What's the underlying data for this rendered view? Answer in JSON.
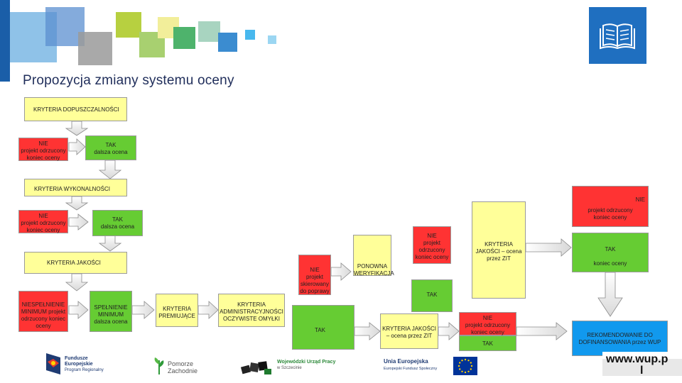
{
  "slide": {
    "title": "Propozycja zmiany systemu oceny",
    "book_icon": "open-book-icon",
    "colors": {
      "red": "#ff3333",
      "yellow": "#ffff99",
      "green": "#66cc33",
      "blue": "#1199ee",
      "title": "#1f2d5a"
    }
  },
  "flow": {
    "dopuszczalnosci": "KRYTERIA DOPUSZCZALNOŚCI",
    "nie1_title": "NIE",
    "nie1_text": "projekt odrzucony koniec oceny",
    "tak1_title": "TAK",
    "tak1_text": "dalsza ocena",
    "wykonalnosci": "KRYTERIA WYKONALNOŚCI",
    "nie2_title": "NIE",
    "nie2_text": "projekt odrzucony koniec oceny",
    "tak2_title": "TAK",
    "tak2_text": "dalsza ocena",
    "jakosci": "KRYTERIA JAKOŚCI",
    "niespelnienie": "NIESPEŁNIENIE MINIMUM projekt odrzucony koniec oceny",
    "spelnienie_title": "SPEŁNIENIE MINIMUM",
    "spelnienie_text": "dalsza ocena",
    "premiujace": "KRYTERIA PREMIUJĄCE",
    "administracyjnosci": "KRYTERIA ADMINISTRACYJNOŚCI OCZYWISTE OMYŁKI",
    "nie_popr_title": "NIE",
    "nie_popr_text": "projekt skierowany do poprawy",
    "tak_adm": "TAK",
    "ponowna": "PONOWNA WERYFIKACJA",
    "nie_pon_title": "NIE",
    "nie_pon_text": "projekt odrzucony koniec oceny",
    "tak_pon": "TAK",
    "jakosci_zit_top": "KRYTERIA JAKOŚCI – ocena przez ZIT",
    "jakosci_zit_bottom": "KRYTERIA JAKOŚCI – ocena przez ZIT",
    "nie_zit_title": "NIE",
    "nie_zit_text": "projekt odrzucony koniec oceny",
    "tak_zit": "TAK",
    "nie_right_title": "NIE",
    "nie_right_text": "projekt odrzucony koniec oceny",
    "tak_right_title": "TAK",
    "tak_right_text": "koniec oceny",
    "rekomendowanie": "REKOMENDOWANIE DO DOFINANSOWANIA przez WUP"
  },
  "footer": {
    "fundusze_line1": "Fundusze",
    "fundusze_line2": "Europejskie",
    "fundusze_line3": "Program Regionalny",
    "pomorze_line1": "Pomorze",
    "pomorze_line2": "Zachodnie",
    "wup_line1": "Wojewódzki Urząd Pracy",
    "wup_line2": "w Szczecinie",
    "ue_line1": "Unia Europejska",
    "ue_line2": "Europejski Fundusz Społeczny",
    "url": "www.wup.p",
    "url_tail": "l"
  }
}
